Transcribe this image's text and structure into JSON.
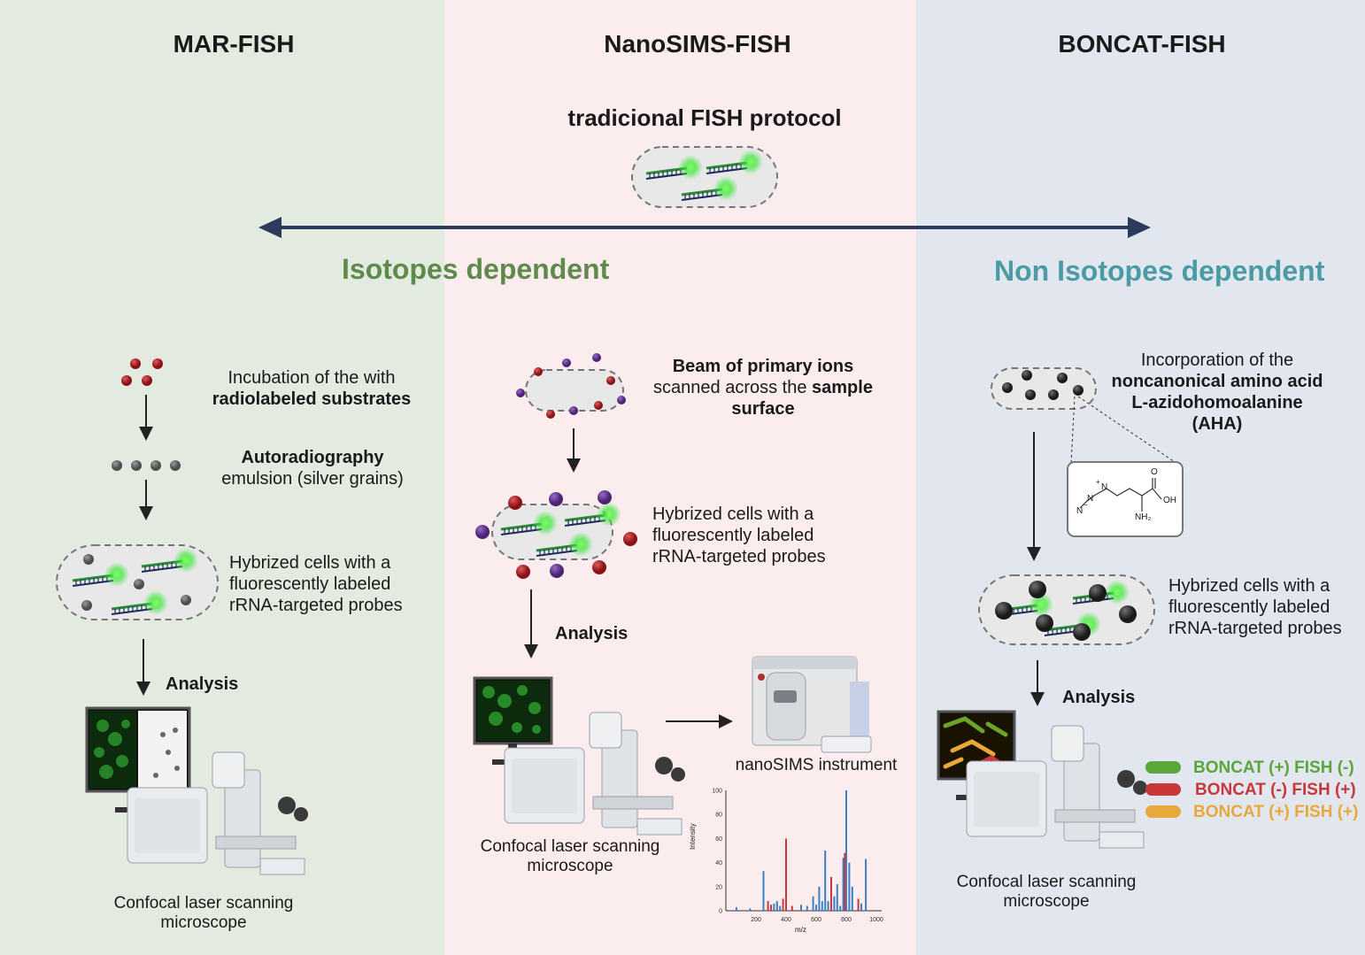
{
  "columns": {
    "mar": {
      "title": "MAR-FISH",
      "step1": {
        "line1": "Incubation of the with",
        "line2_bold": "radiolabeled substrates"
      },
      "step2": {
        "line1_bold": "Autoradiography",
        "line2": "emulsion (silver grains)"
      },
      "step3": {
        "line1": "Hybrized cells with a",
        "line2": "fluorescently labeled",
        "line3": "rRNA-targeted probes"
      },
      "analysis": "Analysis",
      "caption": {
        "line1": "Confocal laser scanning",
        "line2": "microscope"
      }
    },
    "nanosims": {
      "title": "NanoSIMS-FISH",
      "step1": {
        "line1_bold": "Beam of primary ions",
        "line2_a": "scanned across the ",
        "line2_bold": "sample",
        "line3_bold": "surface"
      },
      "step2": {
        "line1": "Hybrized cells with a",
        "line2": "fluorescently labeled",
        "line3": "rRNA-targeted probes"
      },
      "analysis": "Analysis",
      "caption": {
        "line1": "Confocal laser scanning",
        "line2": "microscope"
      },
      "instrument_label": "nanoSIMS instrument"
    },
    "boncat": {
      "title": "BONCAT-FISH",
      "step1": {
        "line1": "Incorporation of the",
        "line2_bold": "noncanonical amino acid",
        "line3_bold": "L-azidohomoalanine",
        "line4_bold": "(AHA)"
      },
      "step2": {
        "line1": "Hybrized cells with a",
        "line2": "fluorescently labeled",
        "line3": "rRNA-targeted probes"
      },
      "analysis": "Analysis",
      "caption": {
        "line1": "Confocal laser scanning",
        "line2": "microscope"
      },
      "legend": [
        {
          "label": "BONCAT (+) FISH (-)",
          "color": "#5aa63a"
        },
        {
          "label": "BONCAT (-) FISH (+)",
          "color": "#c8383a"
        },
        {
          "label": "BONCAT (+) FISH (+)",
          "color": "#e8a93a"
        }
      ],
      "molecule_labels": {
        "o": "O",
        "oh": "OH",
        "nh2": "NH₂",
        "azide_n1": "N",
        "azide_n2": "N",
        "azide_n3": "N",
        "minus": "−",
        "plus": "+"
      }
    }
  },
  "center": {
    "protocol_label": "tradicional FISH protocol",
    "left_label": "Isotopes dependent",
    "right_label": "Non Isotopes dependent",
    "left_label_color": "#5f8a4c",
    "right_label_color": "#4b9ba4",
    "arrow_color": "#2c3a5c"
  },
  "spectrum": {
    "ylabel": "Intensity",
    "xlabel": "m/z",
    "y_ticks": [
      "0",
      "20",
      "40",
      "60",
      "80",
      "100"
    ],
    "x_ticks": [
      "200",
      "400",
      "600",
      "800",
      "1000"
    ],
    "xlim": [
      0,
      1000
    ],
    "ylim": [
      0,
      100
    ],
    "blue_peaks": [
      [
        70,
        3
      ],
      [
        160,
        2
      ],
      [
        250,
        33
      ],
      [
        320,
        6
      ],
      [
        340,
        8
      ],
      [
        360,
        4
      ],
      [
        500,
        5
      ],
      [
        540,
        4
      ],
      [
        580,
        12
      ],
      [
        600,
        5
      ],
      [
        620,
        20
      ],
      [
        640,
        8
      ],
      [
        660,
        50
      ],
      [
        680,
        8
      ],
      [
        720,
        12
      ],
      [
        740,
        22
      ],
      [
        760,
        4
      ],
      [
        780,
        44
      ],
      [
        800,
        100
      ],
      [
        820,
        40
      ],
      [
        840,
        20
      ],
      [
        900,
        6
      ],
      [
        930,
        43
      ]
    ],
    "red_peaks": [
      [
        280,
        8
      ],
      [
        300,
        5
      ],
      [
        380,
        10
      ],
      [
        400,
        60
      ],
      [
        440,
        4
      ],
      [
        700,
        28
      ],
      [
        790,
        48
      ],
      [
        880,
        10
      ]
    ],
    "blue_color": "#3d7fc4",
    "red_color": "#c8383a"
  }
}
